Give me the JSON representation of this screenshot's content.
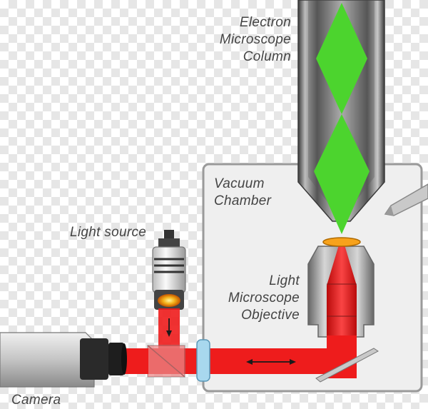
{
  "labels": {
    "column_line1": "Electron",
    "column_line2": "Microscope",
    "column_line3": "Column",
    "chamber_line1": "Vacuum",
    "chamber_line2": "Chamber",
    "light_source": "Light source",
    "objective_line1": "Light",
    "objective_line2": "Microscope",
    "objective_line3": "Objective",
    "camera": "Camera"
  },
  "colors": {
    "laser_red": "#ee1c1c",
    "electron_green": "#4cd42e",
    "chamber_fill": "#efefef",
    "chamber_border": "#9a9a9a",
    "sample_orange": "#f7a21b",
    "window_blue": "#a8d8ee"
  }
}
